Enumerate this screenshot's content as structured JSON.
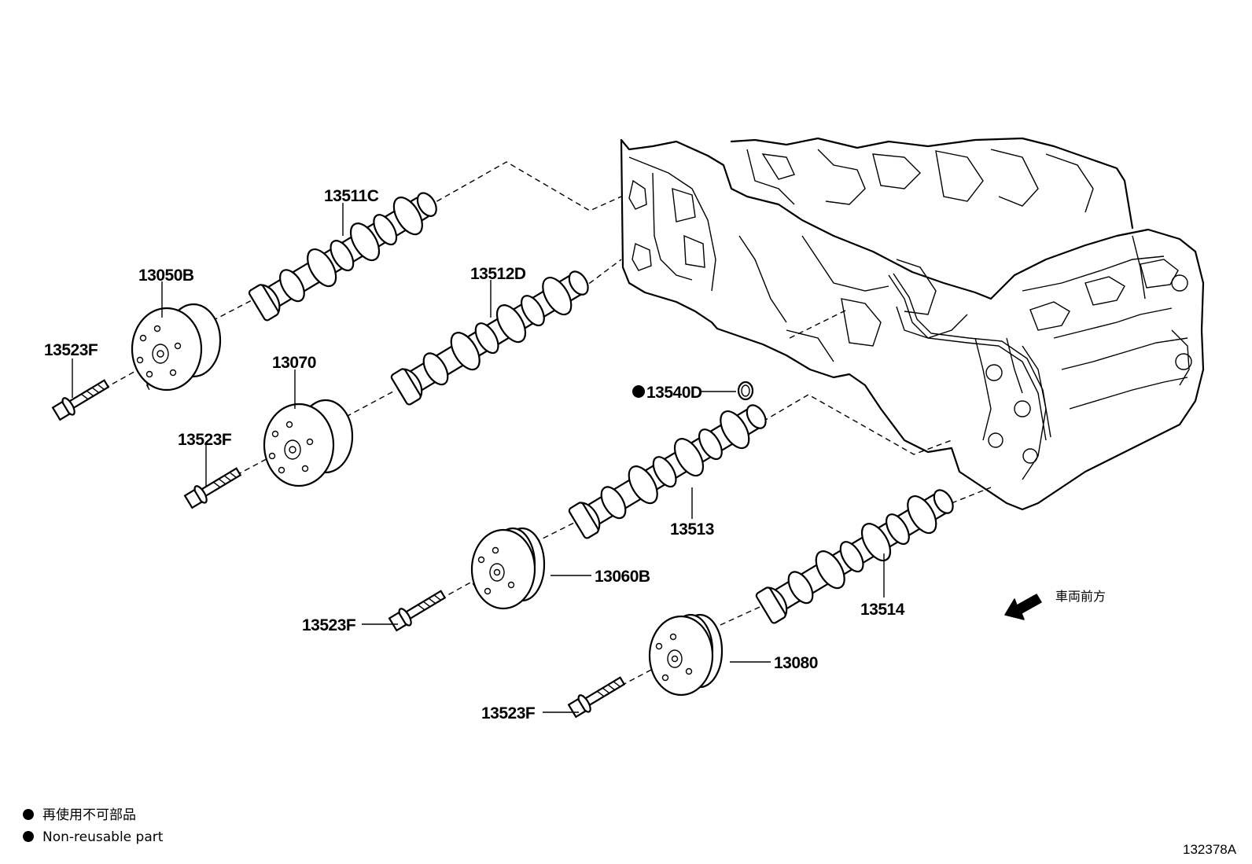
{
  "callouts": {
    "c13511C": "13511C",
    "c13050B": "13050B",
    "c13512D": "13512D",
    "c13523F_1": "13523F",
    "c13070": "13070",
    "c13523F_2": "13523F",
    "c13540D": "13540D",
    "c13513": "13513",
    "c13060B": "13060B",
    "c13523F_3": "13523F",
    "c13514": "13514",
    "c13080": "13080",
    "c13523F_4": "13523F"
  },
  "direction_label": "車両前方",
  "legend": {
    "line_ja": "再使用不可部品",
    "line_en": "Non-reusable part"
  },
  "figure_number": "132378A",
  "colors": {
    "ink": "#000000",
    "paper": "#ffffff"
  }
}
